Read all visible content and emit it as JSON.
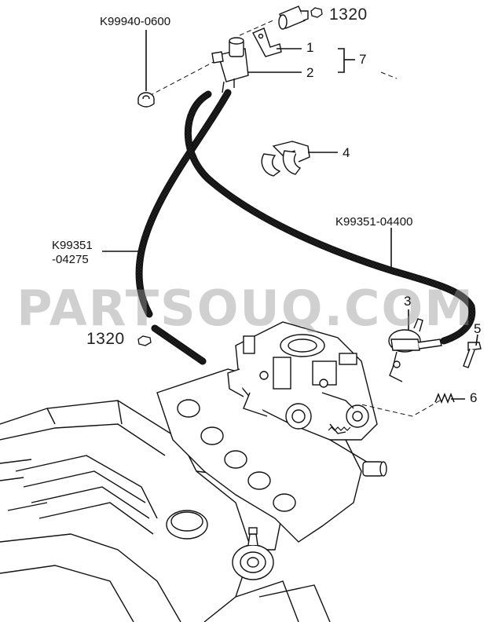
{
  "watermark": "PARTSOUQ.COM",
  "labels": {
    "part_top_left": "K99940-0600",
    "part_top_right": "1320",
    "callout_1": "1",
    "callout_2": "2",
    "callout_7": "7",
    "callout_4": "4",
    "hose_right": "K99351-04400",
    "hose_left_line1": "K99351",
    "hose_left_line2": "-04275",
    "callout_3": "3",
    "part_mid_left": "1320",
    "callout_5": "5",
    "callout_6": "6"
  },
  "colors": {
    "line": "#111111",
    "hose_fill": "#ffffff",
    "watermark": "#9a9a9a"
  }
}
